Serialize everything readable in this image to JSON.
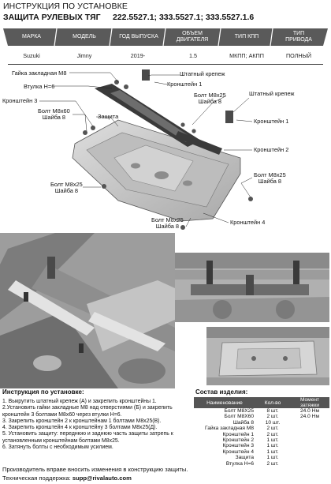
{
  "title": "ИНСТРУКЦИЯ ПО УСТАНОВКЕ",
  "subtitle": "ЗАЩИТА РУЛЕВЫХ ТЯГ",
  "codes": "222.5527.1; 333.5527.1; 333.5527.1.6",
  "spec": {
    "headers": [
      "МАРКА",
      "МОДЕЛЬ",
      "ГОД ВЫПУСКА",
      "ОБЪЕМ ДВИГАТЕЛЯ",
      "ТИП КПП",
      "ТИП ПРИВОДА"
    ],
    "values": [
      "Suzuki",
      "Jimny",
      "2019-",
      "1.5",
      "МКПП; АКПП",
      "ПОЛНЫЙ"
    ]
  },
  "callouts": {
    "nut": "Гайка закладная М8",
    "bushing": "Втулка Н=6",
    "std_mount_top": "Штатный крепеж",
    "bracket1_top": "Кронштейн 1",
    "bracket3": "Кронштейн 3",
    "bolt60": "Болт М8х60",
    "washer_a": "Шайба 8",
    "guard": "Защита",
    "bolt25_a": "Болт М8х25",
    "washer_b": "Шайба 8",
    "std_mount_right": "Штатный крепеж",
    "bracket1_right": "Кронштейн 1",
    "bracket2": "Кронштейн 2",
    "bolt25_b": "Болт М8х25",
    "washer_c": "Шайба 8",
    "bolt25_c": "Болт М8х25",
    "washer_d": "Шайба 8",
    "bolt25_d": "Болт М8х25",
    "washer_e": "Шайба 8",
    "bracket4": "Кронштейн 4"
  },
  "instructions": {
    "title": "Инструкция по установке:",
    "steps": [
      "1. Выкрутить штатный крепеж (А) и закрепить кронштейны 1.",
      "2.Установить гайки закладные М8 над отверстиями (Б) и закрепить",
      "кронштейн 3 болтами М8х60 через втулки Н=6.",
      "3. Закрепить кронштейн 2 к кронштейнам 1 болтами М8х25(В).",
      "4. Закрепить кронштейн 4 к кронштейну 3 болтами М8х25(Д).",
      "5. Установить защиту: переднюю и заднюю часть защиты затрепь к",
      "установленным кронштейнам болтами М8х25.",
      "6. Затянуть болты с необходимым усилием."
    ]
  },
  "components": {
    "title": "Состав изделия:",
    "headers": [
      "Наименование",
      "Кол-во",
      "Момент затяжки"
    ],
    "rows": [
      {
        "name": "Болт М8Х25",
        "qty": "8 шт.",
        "torque": "24.0 Нм"
      },
      {
        "name": "Болт М8Х60",
        "qty": "2 шт.",
        "torque": "24.0 Нм"
      },
      {
        "name": "Шайба 8",
        "qty": "10 шт.",
        "torque": ""
      },
      {
        "name": "Гайка закладная М8",
        "qty": "2 шт.",
        "torque": ""
      },
      {
        "name": "Кронштейн 1",
        "qty": "2 шт.",
        "torque": ""
      },
      {
        "name": "Кронштейн 2",
        "qty": "1 шт.",
        "torque": ""
      },
      {
        "name": "Кронштейн 3",
        "qty": "1 шт.",
        "torque": ""
      },
      {
        "name": "Кронштейн 4",
        "qty": "1 шт.",
        "torque": ""
      },
      {
        "name": "Защита",
        "qty": "1 шт.",
        "torque": ""
      },
      {
        "name": "Втулка Н=6",
        "qty": "2 шт.",
        "torque": ""
      }
    ]
  },
  "footer": {
    "note": "Производитель вправе вносить изменения в конструкцию защиты.",
    "support_label": "Техническая поддержка:",
    "support_email": "supp@rivalauto.com"
  },
  "colors": {
    "header_bar": "#5a5a5a",
    "part_gray": "#c9c9c9",
    "bracket_dark": "#3a3a3a"
  }
}
